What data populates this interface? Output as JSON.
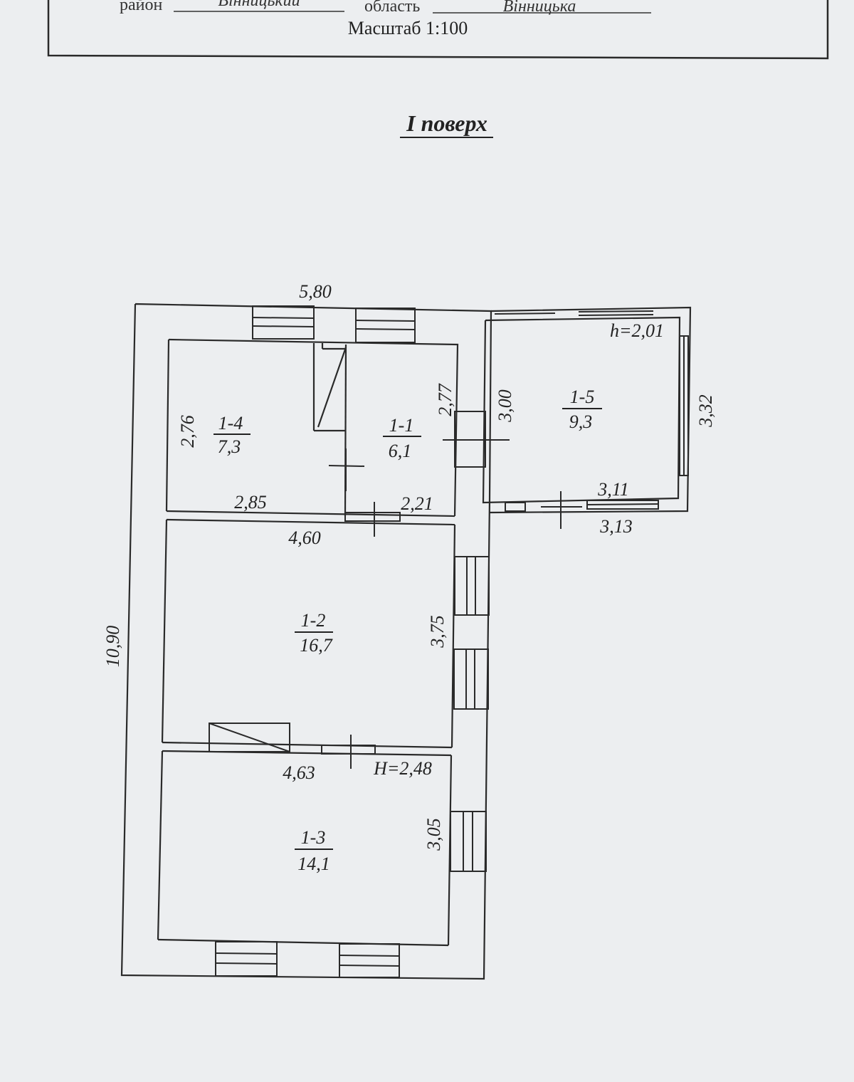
{
  "header": {
    "district_label": "район",
    "district_value": "Вінницький",
    "region_label": "область",
    "region_value": "Вінницька",
    "scale": "Масштаб 1:100"
  },
  "plan": {
    "floor_title": "I поверх",
    "dimensions": {
      "top_width": "5,80",
      "left_height": "10,90",
      "room14_height": "2,76",
      "room14_width": "2,85",
      "room11_width": "2,21",
      "room11_height": "2,77",
      "room15_left": "3,00",
      "room15_right": "3,32",
      "room15_inner_width": "3,11",
      "room15_outer_width": "3,13",
      "room12_width": "4,60",
      "room12_height": "3,75",
      "room13_width": "4,63",
      "room13_height": "3,05"
    },
    "heights": {
      "annex": "h=2,01",
      "main": "H=2,48"
    },
    "rooms": [
      {
        "id": "1-4",
        "area": "7,3"
      },
      {
        "id": "1-1",
        "area": "6,1"
      },
      {
        "id": "1-5",
        "area": "9,3"
      },
      {
        "id": "1-2",
        "area": "16,7"
      },
      {
        "id": "1-3",
        "area": "14,1"
      }
    ]
  }
}
